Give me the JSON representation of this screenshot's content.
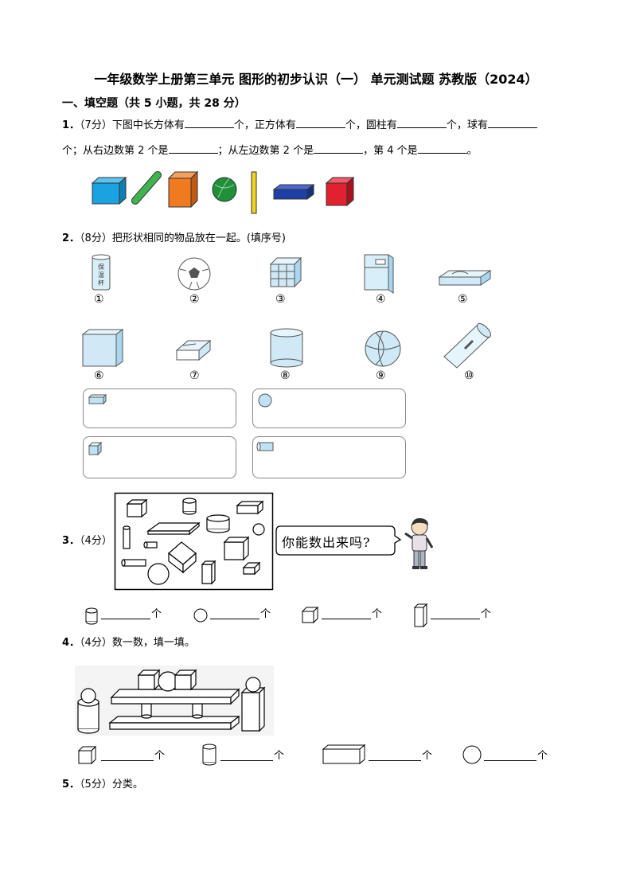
{
  "title": "一年级数学上册第三单元 图形的初步认识（一） 单元测试题 苏教版（2024）",
  "section1": "一、填空题（共 5 小题，共 28 分）",
  "q1": {
    "num": "1．",
    "score": "（7分）",
    "line1_a": "下图中长方体有",
    "line1_b": "个，正方体有",
    "line1_c": "个，圆柱有",
    "line1_d": "个，球有",
    "line2_a": "个；从右边数第 2 个是",
    "line2_b": "；从左边数第 2 个是",
    "line2_c": "，第 4 个是",
    "line2_d": "。"
  },
  "q2": {
    "num": "2．",
    "score": "（8分）",
    "text": "把形状相同的物品放在一起。(填序号)",
    "labels": [
      "①",
      "②",
      "③",
      "④",
      "⑤",
      "⑥",
      "⑦",
      "⑧",
      "⑨",
      "⑩"
    ],
    "cup_text": [
      "保",
      "温",
      "杯"
    ]
  },
  "q3": {
    "num": "3．",
    "score": "（4分）",
    "speech": "你能数出来吗?",
    "unit": "个"
  },
  "q4": {
    "num": "4．",
    "score": "（4分）",
    "text": "数一数，填一填。",
    "unit": "个"
  },
  "q5": {
    "num": "5．",
    "score": "（5分）",
    "text": "分类。"
  },
  "colors": {
    "light_blue": "#bfe3f5",
    "q1_blue": "#1aa3e0",
    "q1_green": "#3fb34f",
    "q1_orange": "#f07a1f",
    "q1_yellow": "#f2d21c",
    "q1_navy": "#1f3fa8",
    "q1_red": "#e0212f"
  }
}
